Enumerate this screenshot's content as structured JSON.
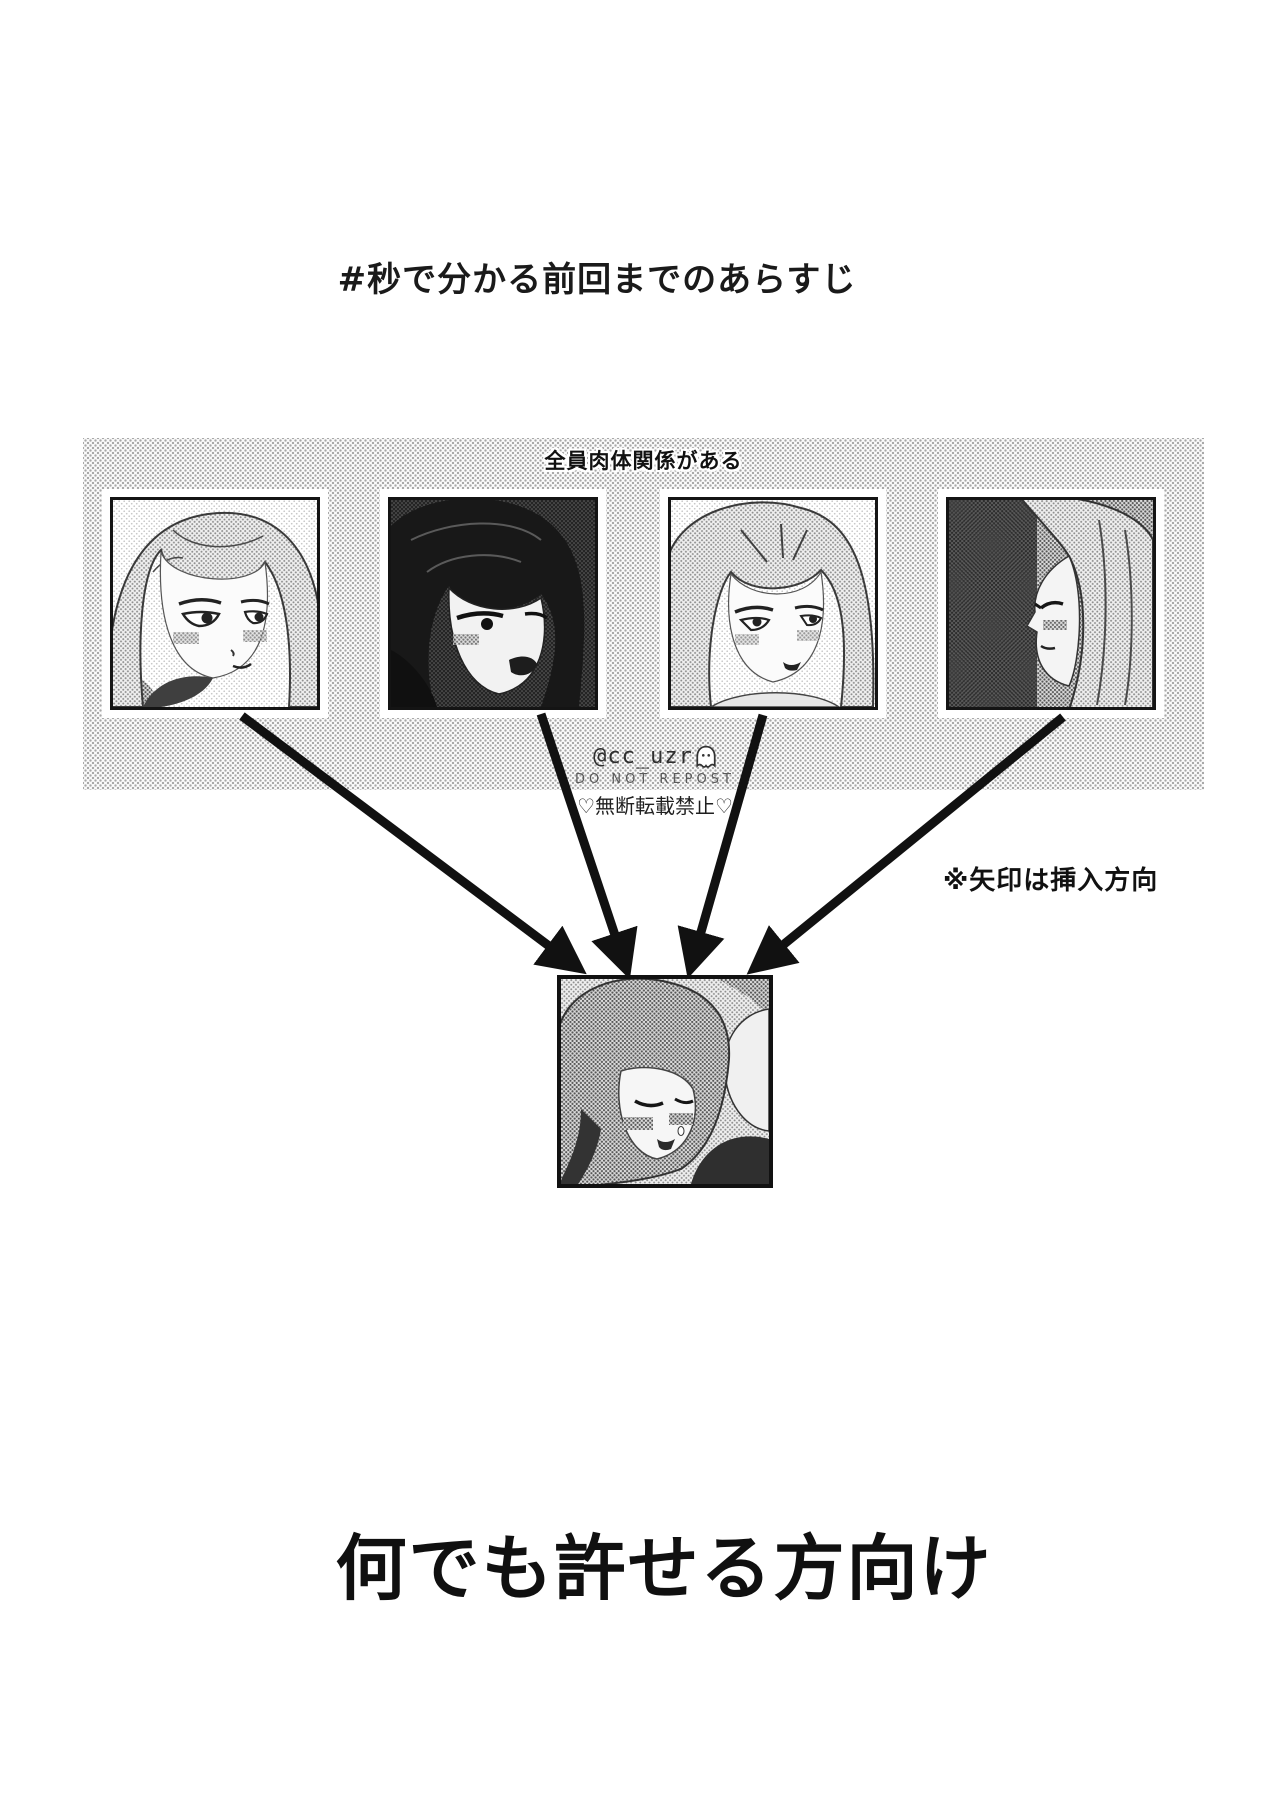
{
  "colors": {
    "paper": "#ffffff",
    "ink": "#141414",
    "halftone_gray": "#a8a8a8"
  },
  "header": {
    "title": "#秒で分かる前回までのあらすじ"
  },
  "relationship_box": {
    "caption": "全員肉体関係がある",
    "portrait_icons": [
      "character-portrait-1",
      "character-portrait-2",
      "character-portrait-3",
      "character-portrait-4"
    ]
  },
  "watermark": {
    "handle": "@cc_uzr",
    "icon": "ghost-icon",
    "line_en": "DO NOT REPOST",
    "line_jp": "♡無断転載禁止♡"
  },
  "annotation": {
    "arrow_note": "※矢印は挿入方向"
  },
  "diagram": {
    "center_icon": "center-couple-portrait",
    "arrow_count": 4
  },
  "footer": {
    "caption": "何でも許せる方向け"
  }
}
